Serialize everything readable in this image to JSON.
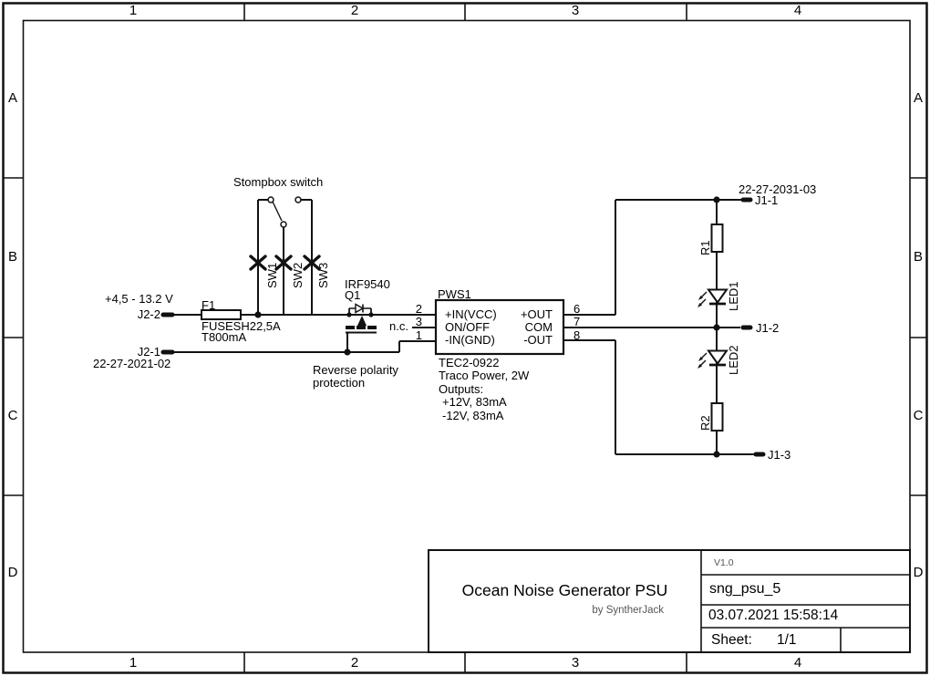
{
  "frame": {
    "columns": [
      "1",
      "2",
      "3",
      "4"
    ],
    "rows": [
      "A",
      "B",
      "C",
      "D"
    ]
  },
  "schematic": {
    "stompbox_label": "Stompbox switch",
    "switches": [
      "SW1",
      "SW2",
      "SW3"
    ],
    "input_voltage": "+4,5 - 13.2 V",
    "j2_2": "J2-2",
    "j2_1": "J2-1",
    "j2_part": "22-27-2021-02",
    "fuse": {
      "ref": "F1",
      "value": "FUSESH22,5A",
      "rating": "T800mA"
    },
    "mosfet": {
      "part": "IRF9540",
      "ref": "Q1",
      "note_line1": "Reverse polarity",
      "note_line2": "protection"
    },
    "nc": "n.c.",
    "pws1": {
      "ref": "PWS1",
      "left_pins": [
        {
          "num": "2",
          "label": "+IN(VCC)"
        },
        {
          "num": "3",
          "label": "ON/OFF"
        },
        {
          "num": "1",
          "label": "-IN(GND)"
        }
      ],
      "right_pins": [
        {
          "num": "6",
          "label": "+OUT"
        },
        {
          "num": "7",
          "label": "COM"
        },
        {
          "num": "8",
          "label": "-OUT"
        }
      ],
      "part": "TEC2-0922",
      "maker": "Traco Power, 2W",
      "outputs_title": "Outputs:",
      "out_pos": "+12V, 83mA",
      "out_neg": "-12V, 83mA"
    },
    "j1_part": "22-27-2031-03",
    "j1_1": "J1-1",
    "j1_2": "J1-2",
    "j1_3": "J1-3",
    "r1": "R1",
    "r2": "R2",
    "led1": "LED1",
    "led2": "LED2"
  },
  "title_block": {
    "title": "Ocean Noise Generator PSU",
    "author": "by SyntherJack",
    "version": "V1.0",
    "filename": "sng_psu_5",
    "datetime": "03.07.2021 15:58:14",
    "sheet_label": "Sheet:",
    "sheet_value": "1/1"
  },
  "colors": {
    "line": "#111111",
    "muted_text": "#555555",
    "background": "#ffffff"
  }
}
